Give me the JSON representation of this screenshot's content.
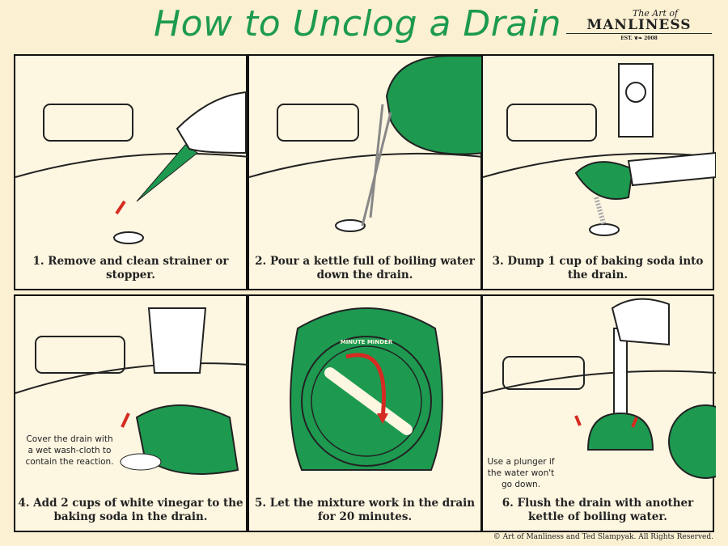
{
  "title": "How to Unclog a Drain",
  "logo": {
    "line1": "The Art of",
    "line2": "MANLINESS",
    "est": "EST.",
    "year": "2008"
  },
  "steps": [
    {
      "caption": "1. Remove and clean strainer or stopper."
    },
    {
      "caption": "2. Pour a kettle full of boiling water down the drain."
    },
    {
      "caption": "3. Dump 1 cup of baking soda into the drain."
    },
    {
      "caption": "4. Add 2 cups of white vinegar to the baking soda in the drain.",
      "note": "Cover the drain with a wet wash-cloth to contain the reaction."
    },
    {
      "caption": "5. Let the mixture work in the drain for 20 minutes.",
      "timer_label": "MINUTE MINDER"
    },
    {
      "caption": "6. Flush the drain with another kettle of boiling water.",
      "note": "Use a plunger if the water won't go down."
    }
  ],
  "colors": {
    "green": "#1d9a50",
    "red": "#d62b22",
    "paper": "#fdf6e1"
  },
  "footer": "© Art of Manliness and Ted Slampyak. All Rights Reserved."
}
